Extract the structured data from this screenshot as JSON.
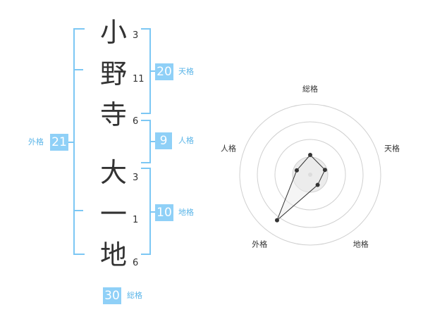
{
  "surname": [
    {
      "char": "小",
      "strokes": "3"
    },
    {
      "char": "野",
      "strokes": "11"
    },
    {
      "char": "寺",
      "strokes": "6"
    }
  ],
  "given": [
    {
      "char": "大",
      "strokes": "3"
    },
    {
      "char": "一",
      "strokes": "1"
    },
    {
      "char": "地",
      "strokes": "6"
    }
  ],
  "kakaku": {
    "tenkaku": {
      "value": "20",
      "label": "天格"
    },
    "jinkaku": {
      "value": "9",
      "label": "人格"
    },
    "chikaku": {
      "value": "10",
      "label": "地格"
    },
    "gaikaku": {
      "value": "21",
      "label": "外格"
    },
    "soukaku": {
      "value": "30",
      "label": "総格"
    }
  },
  "colors": {
    "accent": "#8fd0f7",
    "bracket": "#7cc7f4",
    "label": "#5bb5e8"
  },
  "chart_data": {
    "type": "radar",
    "axes": [
      "総格",
      "天格",
      "地格",
      "外格",
      "人格"
    ],
    "values": [
      0.28,
      0.22,
      0.18,
      0.8,
      0.2
    ],
    "ring_count": 4
  }
}
